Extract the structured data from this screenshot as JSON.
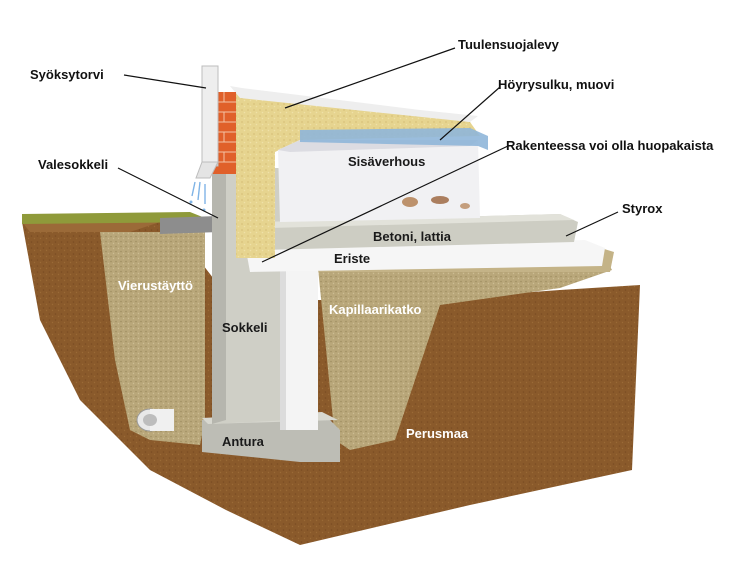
{
  "labels": {
    "syoksytorvi": "Syöksytorvi",
    "tuulensuojalevy": "Tuulensuojalevy",
    "hoyrysulku": "Höyrysulku, muovi",
    "rakenteessa": "Rakenteessa voi olla huopakaista",
    "valesokkeli": "Valesokkeli",
    "sisaverhous": "Sisäverhous",
    "styrox": "Styrox",
    "betoni": "Betoni, lattia",
    "eriste": "Eriste",
    "vierustaytto": "Vierustäyttö",
    "kapillaarikatko": "Kapillaarikatko",
    "sokkeli": "Sokkeli",
    "perusmaa": "Perusmaa",
    "antura": "Antura"
  },
  "colors": {
    "soil": "#8a5a2b",
    "gravel": "#b9a77a",
    "concrete": "#cfcfc6",
    "insulation": "#e8d79a",
    "brick": "#e0602a",
    "eps": "#f2f2f2",
    "vapour_barrier": "#8fb6d9",
    "grass": "#8f9a3a"
  }
}
